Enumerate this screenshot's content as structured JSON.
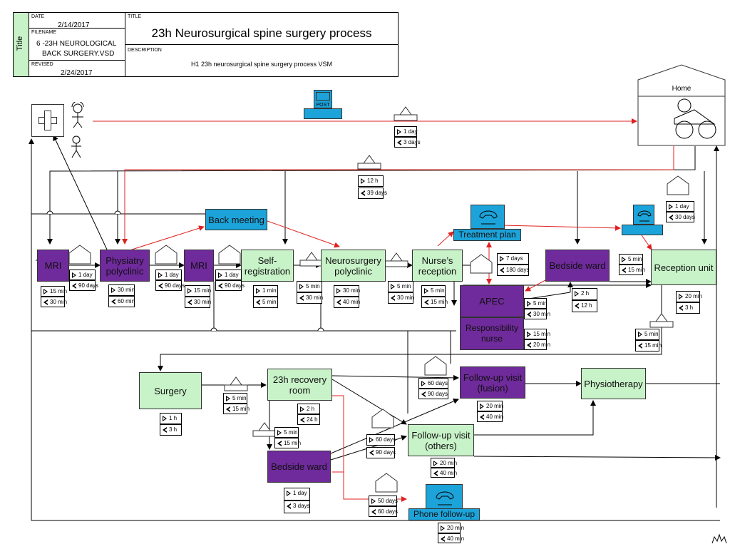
{
  "title_block": {
    "side_tab": "Title",
    "date_label": "DATE",
    "date": "2/14/2017",
    "filename_label": "FILENAME",
    "filename_line1": "6 -23H NEUROLOGICAL",
    "filename_line2": "BACK SURGERY.VSD",
    "revised_label": "REVISED",
    "revised": "2/24/2017",
    "title_label": "TITLE",
    "title": "23h Neurosurgical spine surgery process",
    "description_label": "DESCRIPTION",
    "description": "H1 23h neurosurgical spine surgery process VSM"
  },
  "post_label": "POST",
  "home_label": "Home",
  "nodes": {
    "mri1": "MRI",
    "physiatry_l1": "Physiatry",
    "physiatry_l2": "polyclinic",
    "mri2": "MRI",
    "selfreg_l1": "Self-",
    "selfreg_l2": "registration",
    "neuro_l1": "Neurosurgery",
    "neuro_l2": "polyclinic",
    "nurse_l1": "Nurse’s",
    "nurse_l2": "reception",
    "back_meeting": "Back meeting",
    "treatment_plan": "Treatment plan",
    "apec": "APEC",
    "resp_l1": "Responsibility",
    "resp_l2": "nurse",
    "bedside_ward_top": "Bedside ward",
    "reception_unit": "Reception unit",
    "surgery": "Surgery",
    "recovery_l1": "23h recovery",
    "recovery_l2": "room",
    "bedside_ward_bottom": "Bedside ward",
    "fu_fusion_l1": "Follow-up visit",
    "fu_fusion_l2": "(fusion)",
    "fu_others_l1": "Follow-up visit",
    "fu_others_l2": "(others)",
    "physiotherapy": "Physiotherapy",
    "phone_followup": "Phone follow-up"
  },
  "times": {
    "t_home_a": "1 day",
    "t_home_b": "3 days",
    "t_top_a": "12 h",
    "t_top_b": "39 days",
    "t_wait1_a": "1 day",
    "t_wait1_b": "90 days",
    "t_wait2_a": "1 day",
    "t_wait2_b": "90 days",
    "t_wait3_a": "1 day",
    "t_wait3_b": "90 days",
    "t_mri1_a": "15 min",
    "t_mri1_b": "30 min",
    "t_phys_a": "30 min",
    "t_phys_b": "60 min",
    "t_mri2_a": "15 min",
    "t_mri2_b": "30 min",
    "t_self_a": "1 min",
    "t_self_b": "5 min",
    "t_q1_a": "5 min",
    "t_q1_b": "30 min",
    "t_neuro_a": "30 min",
    "t_neuro_b": "40 min",
    "t_q2_a": "5 min",
    "t_q2_b": "30 min",
    "t_nurse_a": "5 min",
    "t_nurse_b": "15 min",
    "t_tp_a": "7 days",
    "t_tp_b": "180 days",
    "t_apec_a": "5 min",
    "t_apec_b": "30 min",
    "t_resp_a": "15 min",
    "t_resp_b": "20 min",
    "t_bw_a": "2 h",
    "t_bw_b": "12 h",
    "t_q3_a": "5 min",
    "t_q3_b": "15 min",
    "t_ru_top_a": "1 day",
    "t_ru_top_b": "30 days",
    "t_ru_a": "20 min",
    "t_ru_b": "3 h",
    "t_q4_a": "5 min",
    "t_q4_b": "15 min",
    "t_surg_a": "1 h",
    "t_surg_b": "3 h",
    "t_q5_a": "5 min",
    "t_q5_b": "15 min",
    "t_rec_a": "2 h",
    "t_rec_b": "24 h",
    "t_q6_a": "5 min",
    "t_q6_b": "15 min",
    "t_fuw_a": "60 days",
    "t_fuw_b": "90 days",
    "t_fuf_a": "20 min",
    "t_fuf_b": "40 min",
    "t_fow_a": "60 days",
    "t_fow_b": "90 days",
    "t_fuo_a": "20 min",
    "t_fuo_b": "40 min",
    "t_bwb_a": "1 day",
    "t_bwb_b": "3 days",
    "t_ph_w_a": "50 days",
    "t_ph_w_b": "60 days",
    "t_ph_a": "20 min",
    "t_ph_b": "40 min"
  },
  "colors": {
    "purple": "#6f2a9b",
    "green": "#c8f2c8",
    "blue": "#1ca3d9",
    "info_arrow": "#e02020",
    "flow_arrow": "#000000"
  }
}
